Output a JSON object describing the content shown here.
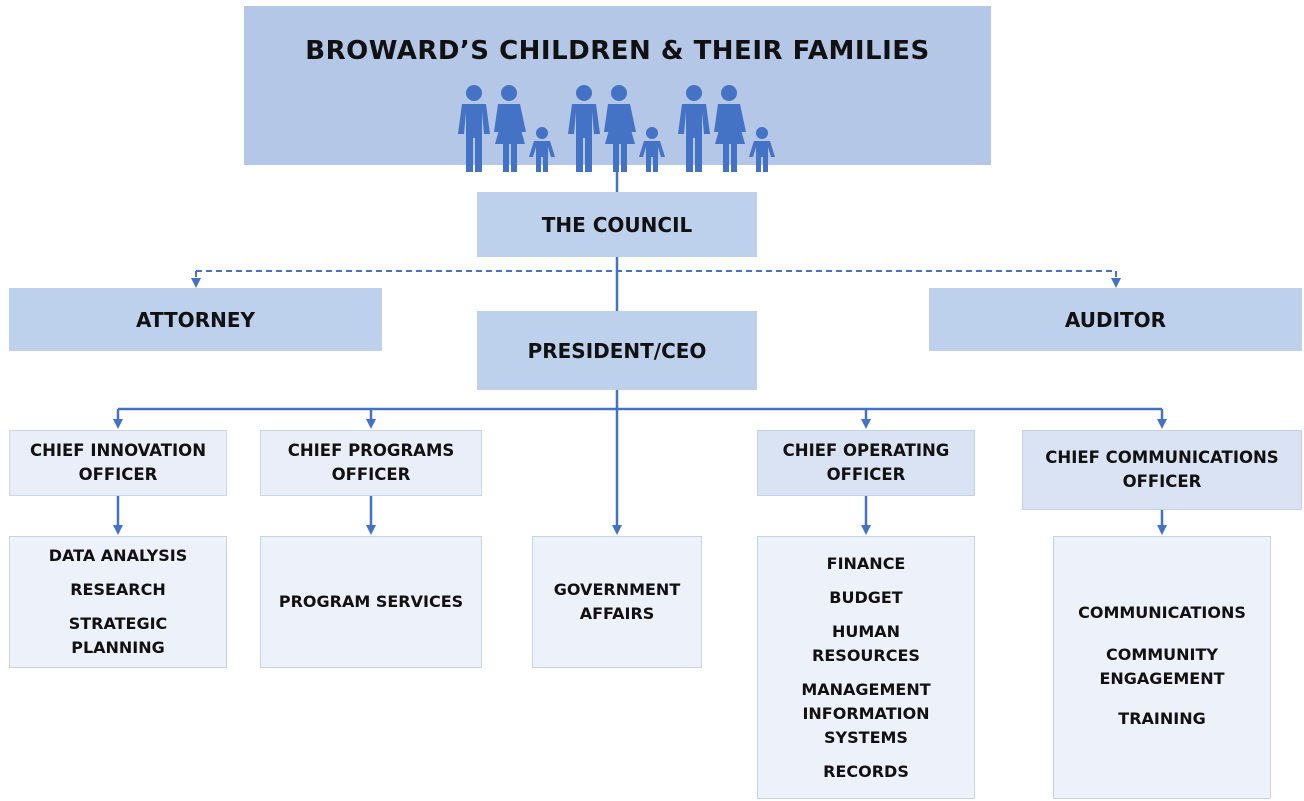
{
  "header": {
    "title": "BROWARD’S CHILDREN & THEIR FAMILIES",
    "colors": {
      "header_bg": "#b4c7e7",
      "figure": "#4472c4",
      "connector": "#4472c4"
    }
  },
  "council": "THE COUNCIL",
  "attorney": "ATTORNEY",
  "auditor": "AUDITOR",
  "president": "PRESIDENT/CEO",
  "chiefs": [
    {
      "lines": [
        "CHIEF INNOVATION",
        "OFFICER"
      ]
    },
    {
      "lines": [
        "CHIEF PROGRAMS",
        "OFFICER"
      ]
    },
    {
      "lines": [
        "CHIEF OPERATING",
        "OFFICER"
      ]
    },
    {
      "lines": [
        "CHIEF COMMUNICATIONS",
        "OFFICER"
      ]
    }
  ],
  "departments": {
    "innovation": [
      "DATA ANALYSIS",
      "RESEARCH",
      "STRATEGIC",
      "PLANNING"
    ],
    "programs": [
      "PROGRAM SERVICES"
    ],
    "government": [
      "GOVERNMENT",
      "AFFAIRS"
    ],
    "operating": [
      "FINANCE",
      "BUDGET",
      "HUMAN",
      "RESOURCES",
      "MANAGEMENT",
      "INFORMATION",
      "SYSTEMS",
      "RECORDS"
    ],
    "communications": [
      "COMMUNICATIONS",
      "COMMUNITY",
      "ENGAGEMENT",
      "TRAINING"
    ]
  }
}
